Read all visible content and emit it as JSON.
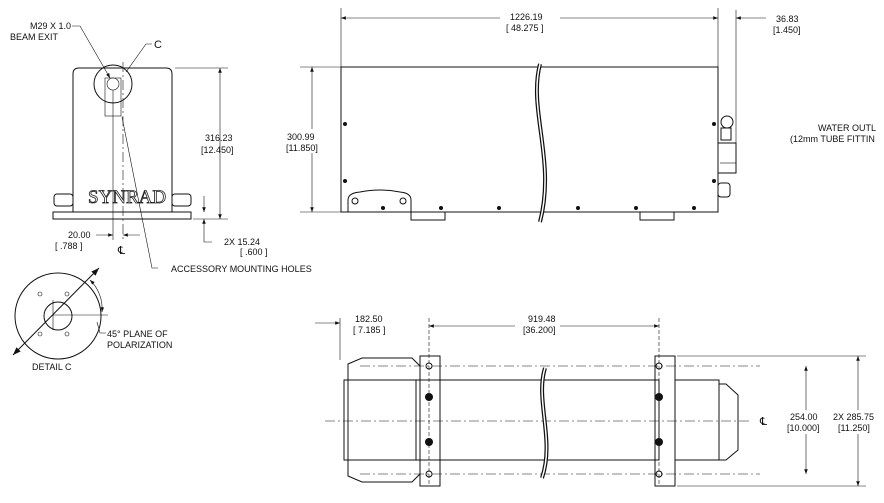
{
  "front_view": {
    "thread_label": "M29 X 1.0",
    "thread_label_2": "BEAM EXIT",
    "detail_callout": "C",
    "logo": "SYNRAD",
    "height_mm": "316.23",
    "height_in": "[12.450]",
    "offset_mm": "20.00",
    "offset_in": "[ .788 ]",
    "centerline": "℄",
    "base_mm": "2X 15.24",
    "base_in": "[ .600 ]",
    "accessory_label": "ACCESSORY MOUNTING HOLES"
  },
  "detail_c": {
    "polarization_1": "45° PLANE OF",
    "polarization_2": "POLARIZATION",
    "title": "DETAIL C"
  },
  "side_view": {
    "length_mm": "1226.19",
    "length_in": "[ 48.275 ]",
    "fitting_mm": "36.83",
    "fitting_in": "[1.450]",
    "height_mm": "300.99",
    "height_in": "[11.850]",
    "water_1": "WATER OUTL",
    "water_2": "(12mm TUBE FITTIN"
  },
  "top_view": {
    "end_mm": "182.50",
    "end_in": "[ 7.185 ]",
    "mount_mm": "919.48",
    "mount_in": "[36.200]",
    "centerline": "℄",
    "width_mm": "254.00",
    "width_in": "[10.000]",
    "overall_mm": "2X 285.75",
    "overall_in": "[11.250]"
  }
}
